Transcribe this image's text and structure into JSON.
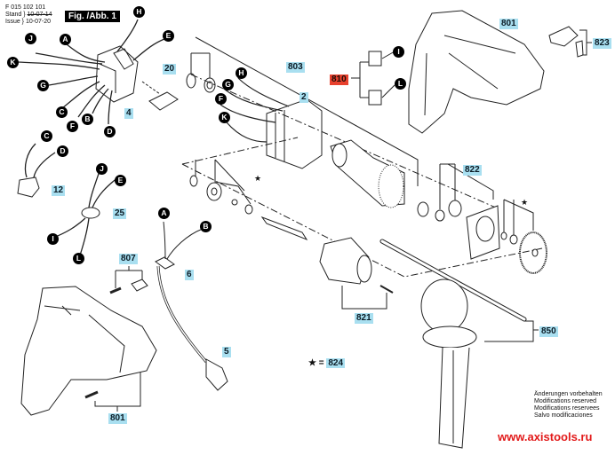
{
  "header": {
    "doc_number": "F 015 102 101",
    "stand_label": "Stand",
    "issue_label": "Issue",
    "stand_date_struck": "10-07-14",
    "issue_date": "10-07-20",
    "figure_label": "Fig. /Abb. 1"
  },
  "callouts": [
    "H",
    "J",
    "A",
    "E",
    "K",
    "G",
    "C",
    "F",
    "B",
    "D",
    "C",
    "D",
    "J",
    "E",
    "I",
    "L",
    "H",
    "G",
    "F",
    "K",
    "I",
    "L",
    "A",
    "B"
  ],
  "part_labels": {
    "p20": "20",
    "p4": "4",
    "p12": "12",
    "p25": "25",
    "p803": "803",
    "p2": "2",
    "p810": "810",
    "p801_top": "801",
    "p823": "823",
    "p822": "822",
    "p807": "807",
    "p6": "6",
    "p821": "821",
    "p5": "5",
    "p850": "850",
    "p801_bottom": "801",
    "p824": "824"
  },
  "star_legend": {
    "symbol": "★ =",
    "part": "824"
  },
  "notes": [
    "Änderungen vorbehalten",
    "Modifications reserved",
    "Modifications reservees",
    "Salvo modificaciones"
  ],
  "website": "www.axistools.ru",
  "colors": {
    "label_bg": "#a9dff0",
    "highlight_bg": "#e8412e",
    "url_color": "#e21a1a"
  }
}
